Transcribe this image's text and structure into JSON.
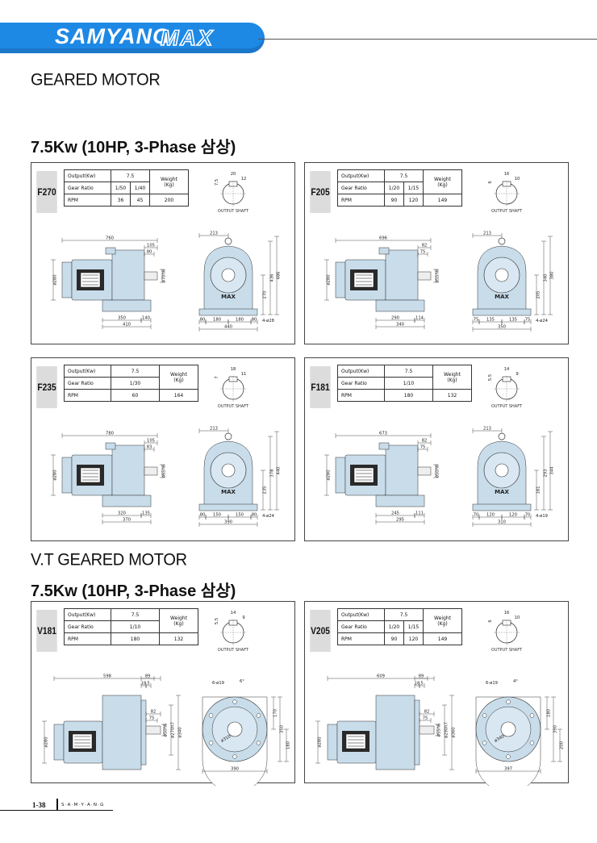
{
  "header": {
    "brand": "SAMYANG",
    "brand_accent": "MAX",
    "accent_color": "#1e88e5"
  },
  "section1": {
    "title": "GEARED MOTOR",
    "subtitle": "7.5Kw (10HP, 3-Phase 삼상)"
  },
  "section2": {
    "title": "V.T GEARED MOTOR",
    "subtitle": "7.5Kw (10HP, 3-Phase 삼상)"
  },
  "labels": {
    "output": "Output(Kw)",
    "gear_ratio": "Gear Ratio",
    "rpm": "RPM",
    "weight": "Weight",
    "weight_unit": "(Kg)",
    "output_shaft": "OUTPUT SHAFT",
    "max": "MAX"
  },
  "panels": [
    {
      "model": "F270",
      "output": "7.5",
      "ratios": [
        "1/50",
        "1/40"
      ],
      "rpms": [
        "36",
        "45"
      ],
      "weight": "200",
      "shaft": {
        "w": "20",
        "k": "12",
        "h": "7.5"
      },
      "side": {
        "total": "760",
        "d1": "105",
        "d2": "80",
        "d3": "350",
        "d4": "140",
        "d5": "410",
        "motor": "ø280",
        "shaft_d": "ø70h6"
      },
      "front": {
        "w": "213",
        "h1": "270",
        "h2": "436",
        "h3": "486",
        "a": "80",
        "b": "180",
        "c": "180",
        "d": "80",
        "base": "440",
        "holes": "4-ø28",
        "label": "MAX"
      }
    },
    {
      "model": "F205",
      "output": "7.5",
      "ratios": [
        "1/20",
        "1/15"
      ],
      "rpms": [
        "90",
        "120"
      ],
      "weight": "149",
      "shaft": {
        "w": "16",
        "k": "10",
        "h": "6"
      },
      "side": {
        "total": "696",
        "d1": "82",
        "d2": "75",
        "d3": "290",
        "d4": "114",
        "d5": "340",
        "motor": "ø280",
        "shaft_d": "ø55h6"
      },
      "front": {
        "w": "213",
        "h1": "205",
        "h2": "340",
        "h3": "380",
        "a": "75",
        "b": "135",
        "c": "135",
        "d": "75",
        "base": "350",
        "holes": "4-ø24",
        "label": "MAX"
      }
    },
    {
      "model": "F235",
      "output": "7.5",
      "ratios": [
        "1/30"
      ],
      "rpms": [
        "60"
      ],
      "weight": "164",
      "shaft": {
        "w": "18",
        "k": "11",
        "h": "7"
      },
      "side": {
        "total": "780",
        "d1": "105",
        "d2": "83",
        "d3": "320",
        "d4": "135",
        "d5": "370",
        "motor": "ø280",
        "shaft_d": "ø65h6"
      },
      "front": {
        "w": "213",
        "h1": "235",
        "h2": "378",
        "h3": "440",
        "a": "80",
        "b": "150",
        "c": "150",
        "d": "80",
        "base": "390",
        "holes": "4-ø24",
        "label": "MAX"
      }
    },
    {
      "model": "F181",
      "output": "7.5",
      "ratios": [
        "1/10"
      ],
      "rpms": [
        "180"
      ],
      "weight": "132",
      "shaft": {
        "w": "14",
        "k": "9",
        "h": "5.5"
      },
      "side": {
        "total": "673",
        "d1": "82",
        "d2": "75",
        "d3": "245",
        "d4": "111",
        "d5": "295",
        "motor": "ø280",
        "shaft_d": "ø50h6"
      },
      "front": {
        "w": "213",
        "h1": "181",
        "h2": "293",
        "h3": "344",
        "a": "70",
        "b": "120",
        "c": "120",
        "d": "70",
        "base": "310",
        "holes": "4-ø19",
        "label": "MAX"
      }
    },
    {
      "model": "V181",
      "output": "7.5",
      "ratios": [
        "1/10"
      ],
      "rpms": [
        "180"
      ],
      "weight": "132",
      "shaft": {
        "w": "14",
        "k": "9",
        "h": "5.5"
      },
      "side": {
        "total": "598",
        "d1": "89",
        "d2": "18",
        "d3": "5",
        "d4": "82",
        "d5": "75",
        "motor": "ø280",
        "f1": "ø50h6",
        "f2": "ø270h7",
        "f3": "ø340"
      },
      "front": {
        "holes": "6-ø19",
        "ang": "6°",
        "pcd": "ø310",
        "h1": "170",
        "h2": "350",
        "h3": "180",
        "base": "390"
      }
    },
    {
      "model": "V205",
      "output": "7.5",
      "ratios": [
        "1/20",
        "1/15"
      ],
      "rpms": [
        "90",
        "120"
      ],
      "weight": "149",
      "shaft": {
        "w": "16",
        "k": "10",
        "h": "6"
      },
      "side": {
        "total": "609",
        "d1": "89",
        "d2": "18",
        "d3": "5",
        "d4": "82",
        "d5": "75",
        "motor": "ø280",
        "f1": "ø55h6",
        "f2": "ø290h7",
        "f3": "ø360"
      },
      "front": {
        "holes": "6-ø19",
        "ang": "4°",
        "pcd": "ø340",
        "h1": "180",
        "h2": "390",
        "h3": "200",
        "base": "397"
      }
    }
  ],
  "footer": {
    "page": "1-38",
    "brand": "S·A·M·Y·A·N·G"
  }
}
